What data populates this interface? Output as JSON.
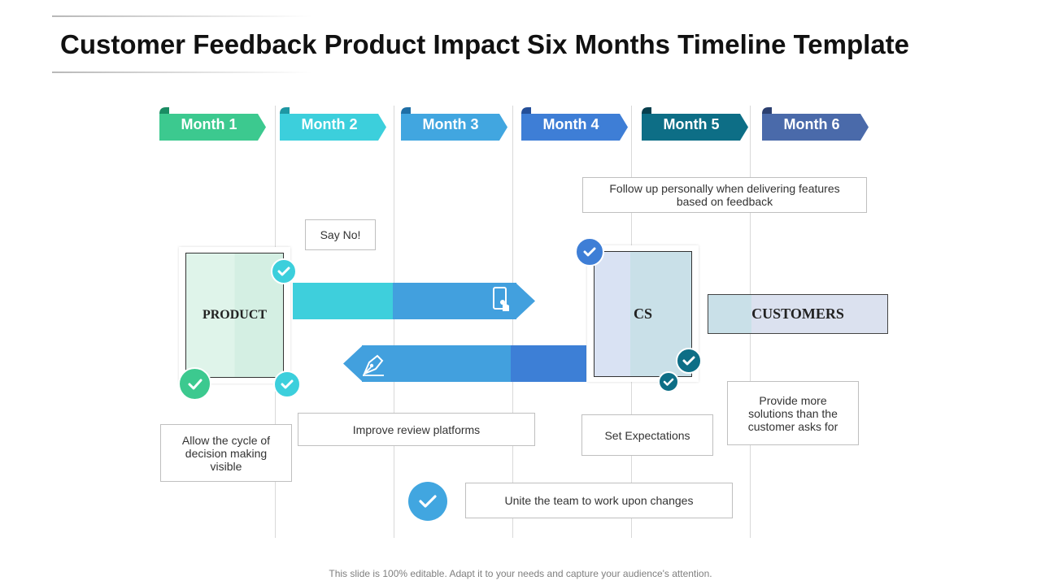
{
  "title": "Customer Feedback Product Impact Six Months Timeline Template",
  "months": [
    {
      "label": "Month 1",
      "color": "#3cc98f",
      "fold": "#1a8c63"
    },
    {
      "label": "Month 2",
      "color": "#3ccfdc",
      "fold": "#1e97a3"
    },
    {
      "label": "Month 3",
      "color": "#41a6e0",
      "fold": "#1f6fa6"
    },
    {
      "label": "Month 4",
      "color": "#3e7ed6",
      "fold": "#244f99"
    },
    {
      "label": "Month 5",
      "color": "#0d6e86",
      "fold": "#073f4e"
    },
    {
      "label": "Month 6",
      "color": "#4a6aaa",
      "fold": "#2b3f70"
    }
  ],
  "notes": {
    "follow_up": "Follow up personally when delivering features based on feedback",
    "say_no": "Say No!",
    "allow_cycle": "Allow the cycle of decision making visible",
    "improve_review": "Improve review platforms",
    "set_expectations": "Set Expectations",
    "provide_more": "Provide more solutions than the customer asks for",
    "unite_team": "Unite the team to work upon changes"
  },
  "cards": {
    "product": "PRODUCT",
    "cs": "CS",
    "customers": "CUSTOMERS"
  },
  "icons": {
    "forward_arrow_icon": "mobile-touch-icon",
    "back_arrow_icon": "pen-nib-icon",
    "check_icon": "check-icon"
  },
  "footer": "This slide is 100% editable. Adapt it to your needs and capture your audience's attention."
}
